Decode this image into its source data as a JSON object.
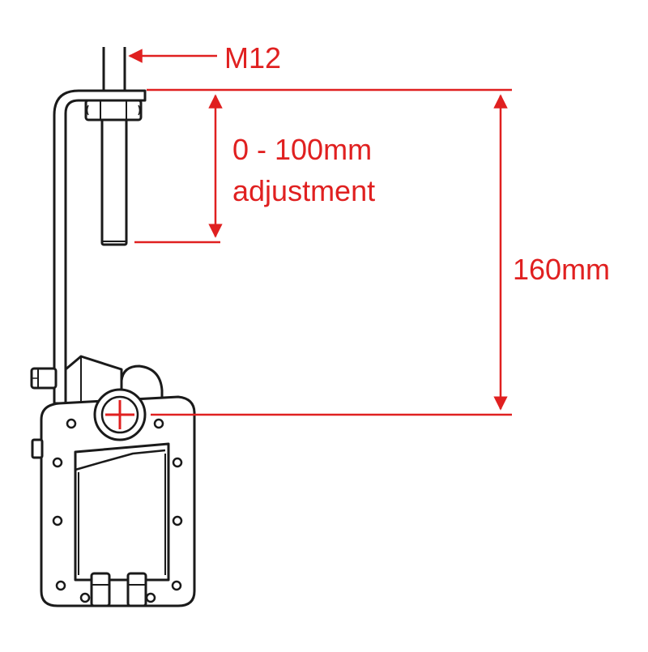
{
  "labels": {
    "thread": "M12",
    "adjustment_line1": "0 - 100mm",
    "adjustment_line2": "adjustment",
    "height": "160mm"
  },
  "colors": {
    "dimension": "#e02020",
    "outline": "#1a1a1a",
    "background": "#ffffff"
  }
}
